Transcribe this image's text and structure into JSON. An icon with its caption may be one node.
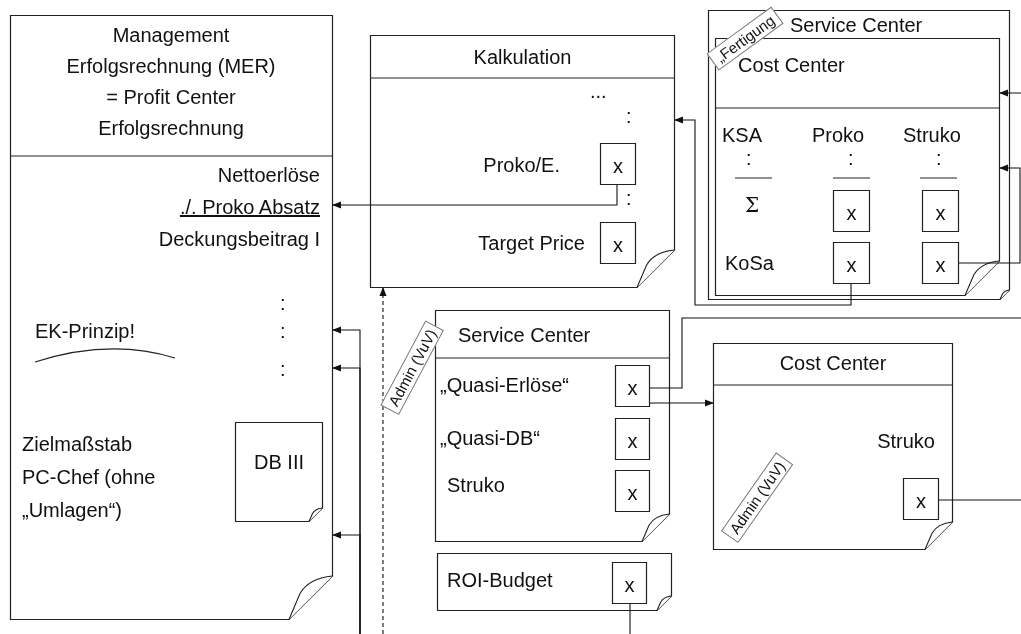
{
  "diagram": {
    "nodes": [
      {
        "text": [
          "Management Erfolgsrechnung (MER) = Profit Center Erfolgsrechnung",
          "Nettoerlöse",
          "./. Proko Absatz",
          "Deckungsbeitrag I",
          ":",
          ":",
          ":",
          "EK-Prinzip!",
          "Zielmaßstab PC-Chef (ohne „Umlagen“)"
        ]
      },
      {
        "text": [
          "DB III"
        ],
        "in": 0
      },
      {
        "text": [
          "Kalkulation",
          "...",
          ":",
          "Proko/E.",
          ":",
          "Target Price"
        ]
      },
      {
        "text": [
          "x"
        ],
        "in": 2
      },
      {
        "text": [
          "x"
        ],
        "in": 2
      },
      {
        "text": [
          "Service Center"
        ]
      },
      {
        "text": [
          "Cost Center",
          "KSA",
          "Proko",
          "Struko",
          ":",
          ":",
          ":",
          "Σ",
          "KoSa"
        ],
        "in": 5
      },
      {
        "text": [
          "x"
        ],
        "in": 6
      },
      {
        "text": [
          "x"
        ],
        "in": 6
      },
      {
        "text": [
          "x"
        ],
        "in": 6
      },
      {
        "text": [
          "x"
        ],
        "in": 6
      },
      {
        "text": [
          "Service Center",
          "„Quasi-Erlöse“",
          "„Quasi-DB“",
          "Struko"
        ]
      },
      {
        "text": [
          "x"
        ],
        "in": 11
      },
      {
        "text": [
          "x"
        ],
        "in": 11
      },
      {
        "text": [
          "x"
        ],
        "in": 11
      },
      {
        "text": [
          "ROI-Budget"
        ]
      },
      {
        "text": [
          "x"
        ],
        "in": 15
      },
      {
        "text": [
          "Cost Center",
          "Struko"
        ]
      },
      {
        "text": [
          "x"
        ],
        "in": 17
      }
    ],
    "edges": [
      {
        "from": null,
        "to": 0,
        "arrow": "to"
      },
      {
        "from": null,
        "to": 0,
        "arrow": "to"
      },
      {
        "from": null,
        "to": 0,
        "arrow": "to"
      },
      {
        "from": 3,
        "to": 0,
        "arrow": "to"
      },
      {
        "from": 9,
        "to": 2,
        "arrow": "to"
      },
      {
        "from": null,
        "to": 6,
        "arrow": "to"
      },
      {
        "from": 10,
        "to": 6,
        "arrow": "to"
      },
      {
        "from": 12,
        "to": 17,
        "arrow": "to"
      },
      {
        "from": 12,
        "to": null,
        "arrow": "none"
      },
      {
        "from": 16,
        "to": null,
        "arrow": "none"
      },
      {
        "from": 18,
        "to": null,
        "arrow": "none"
      },
      {
        "from": null,
        "to": 2,
        "arrow": "to",
        "style": "dashed"
      }
    ],
    "labels": [
      "„Fertigung",
      "Admin (VuV)",
      "Admin (VuV)"
    ]
  }
}
